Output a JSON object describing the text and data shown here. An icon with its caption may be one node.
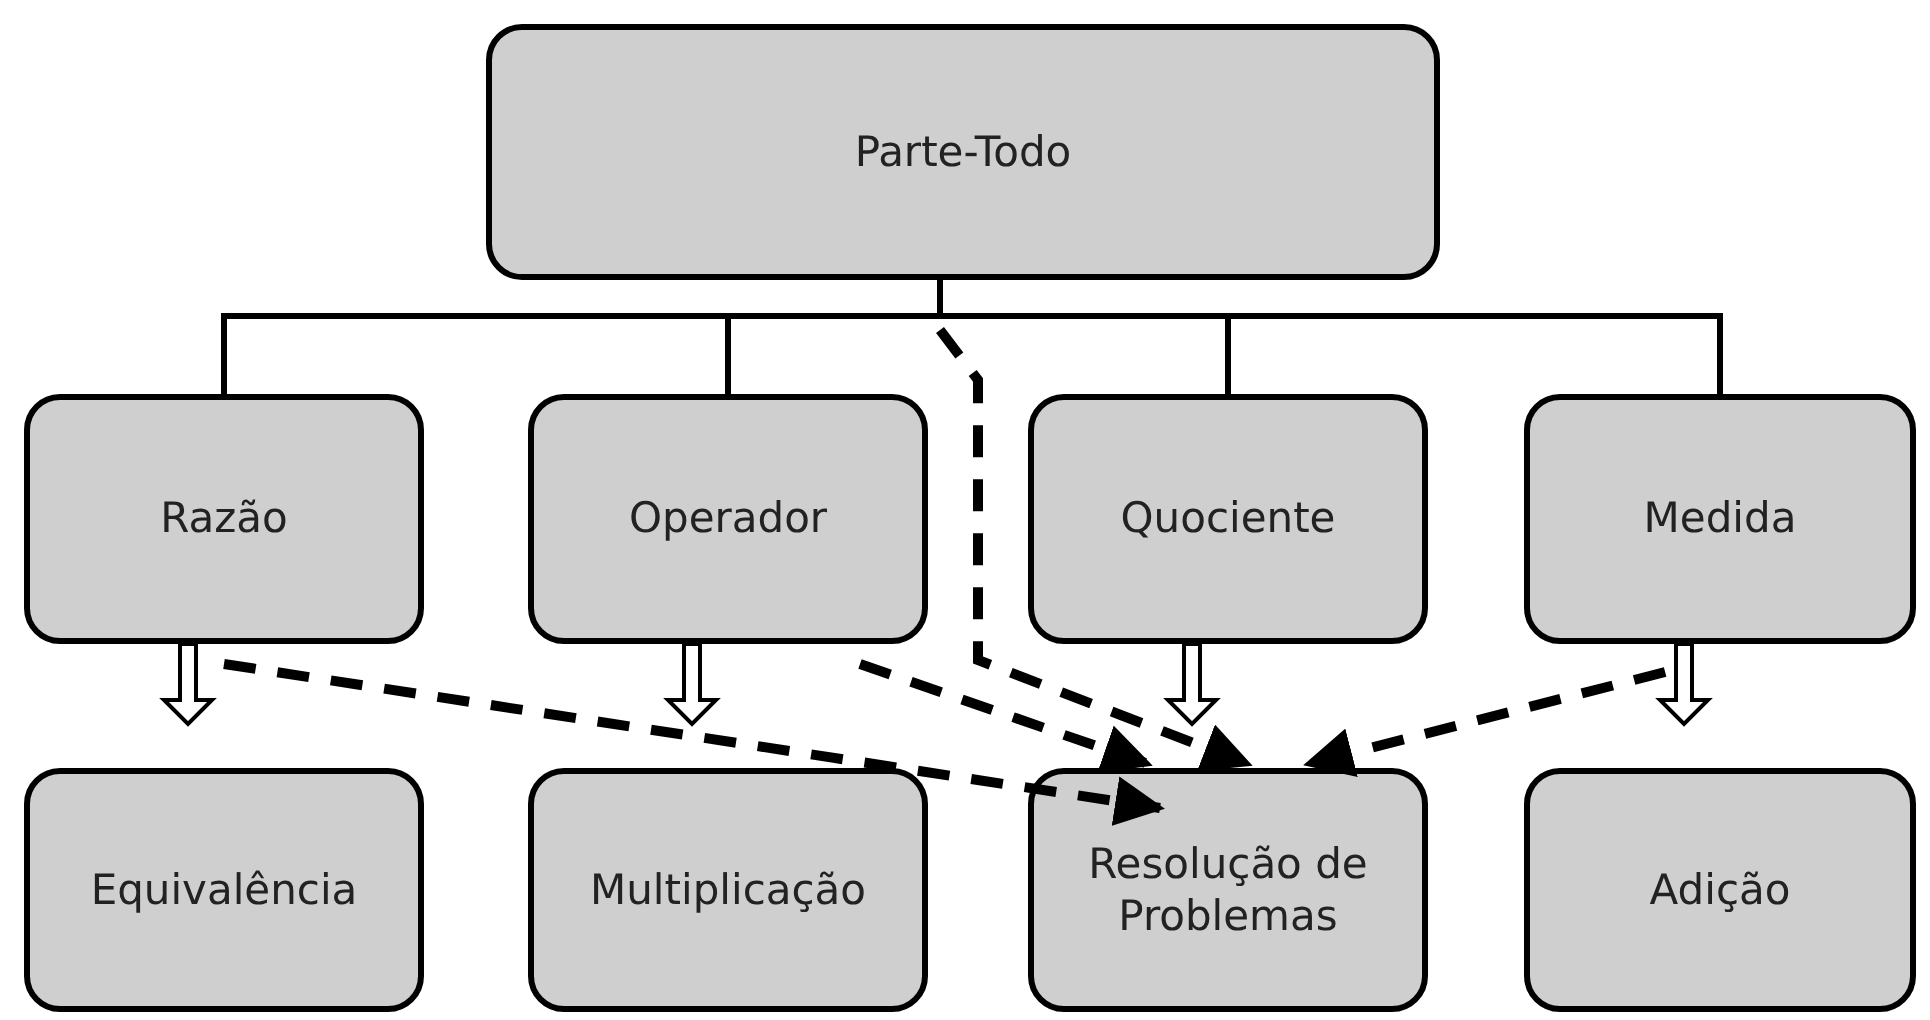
{
  "diagram": {
    "nodes": [
      {
        "text": [
          "Parte-Todo"
        ]
      },
      {
        "text": [
          "Razão"
        ]
      },
      {
        "text": [
          "Operador"
        ]
      },
      {
        "text": [
          "Quociente"
        ]
      },
      {
        "text": [
          "Medida"
        ]
      },
      {
        "text": [
          "Equivalência"
        ]
      },
      {
        "text": [
          "Multiplicação"
        ]
      },
      {
        "text": [
          "Resolução de Problemas"
        ]
      },
      {
        "text": [
          "Adição"
        ]
      }
    ],
    "edges": [
      {
        "from": 0,
        "to": 1,
        "arrow": "none"
      },
      {
        "from": 0,
        "to": 2,
        "arrow": "none"
      },
      {
        "from": 0,
        "to": 3,
        "arrow": "none"
      },
      {
        "from": 0,
        "to": 4,
        "arrow": "none"
      },
      {
        "from": 1,
        "to": 5,
        "arrow": "to",
        "style": "thick"
      },
      {
        "from": 2,
        "to": 6,
        "arrow": "to",
        "style": "thick"
      },
      {
        "from": 3,
        "to": 7,
        "arrow": "to",
        "style": "thick"
      },
      {
        "from": 4,
        "to": 8,
        "arrow": "to",
        "style": "thick"
      },
      {
        "from": 0,
        "to": 7,
        "arrow": "to",
        "style": "dashed"
      },
      {
        "from": 1,
        "to": 7,
        "arrow": "to",
        "style": "dashed"
      },
      {
        "from": 2,
        "to": 7,
        "arrow": "to",
        "style": "dashed"
      },
      {
        "from": 4,
        "to": 7,
        "arrow": "to",
        "style": "dashed"
      }
    ]
  }
}
